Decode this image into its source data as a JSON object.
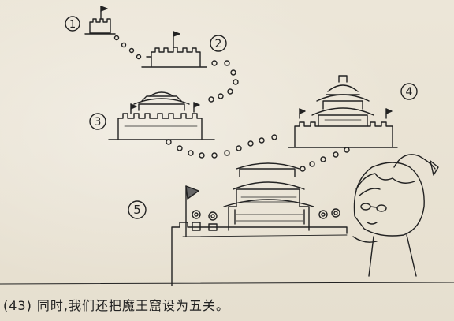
{
  "illustration": {
    "stage_numbers": [
      "1",
      "2",
      "3",
      "4",
      "5"
    ]
  },
  "caption": "(43) 同时,我们还把魔王窟设为五关。"
}
